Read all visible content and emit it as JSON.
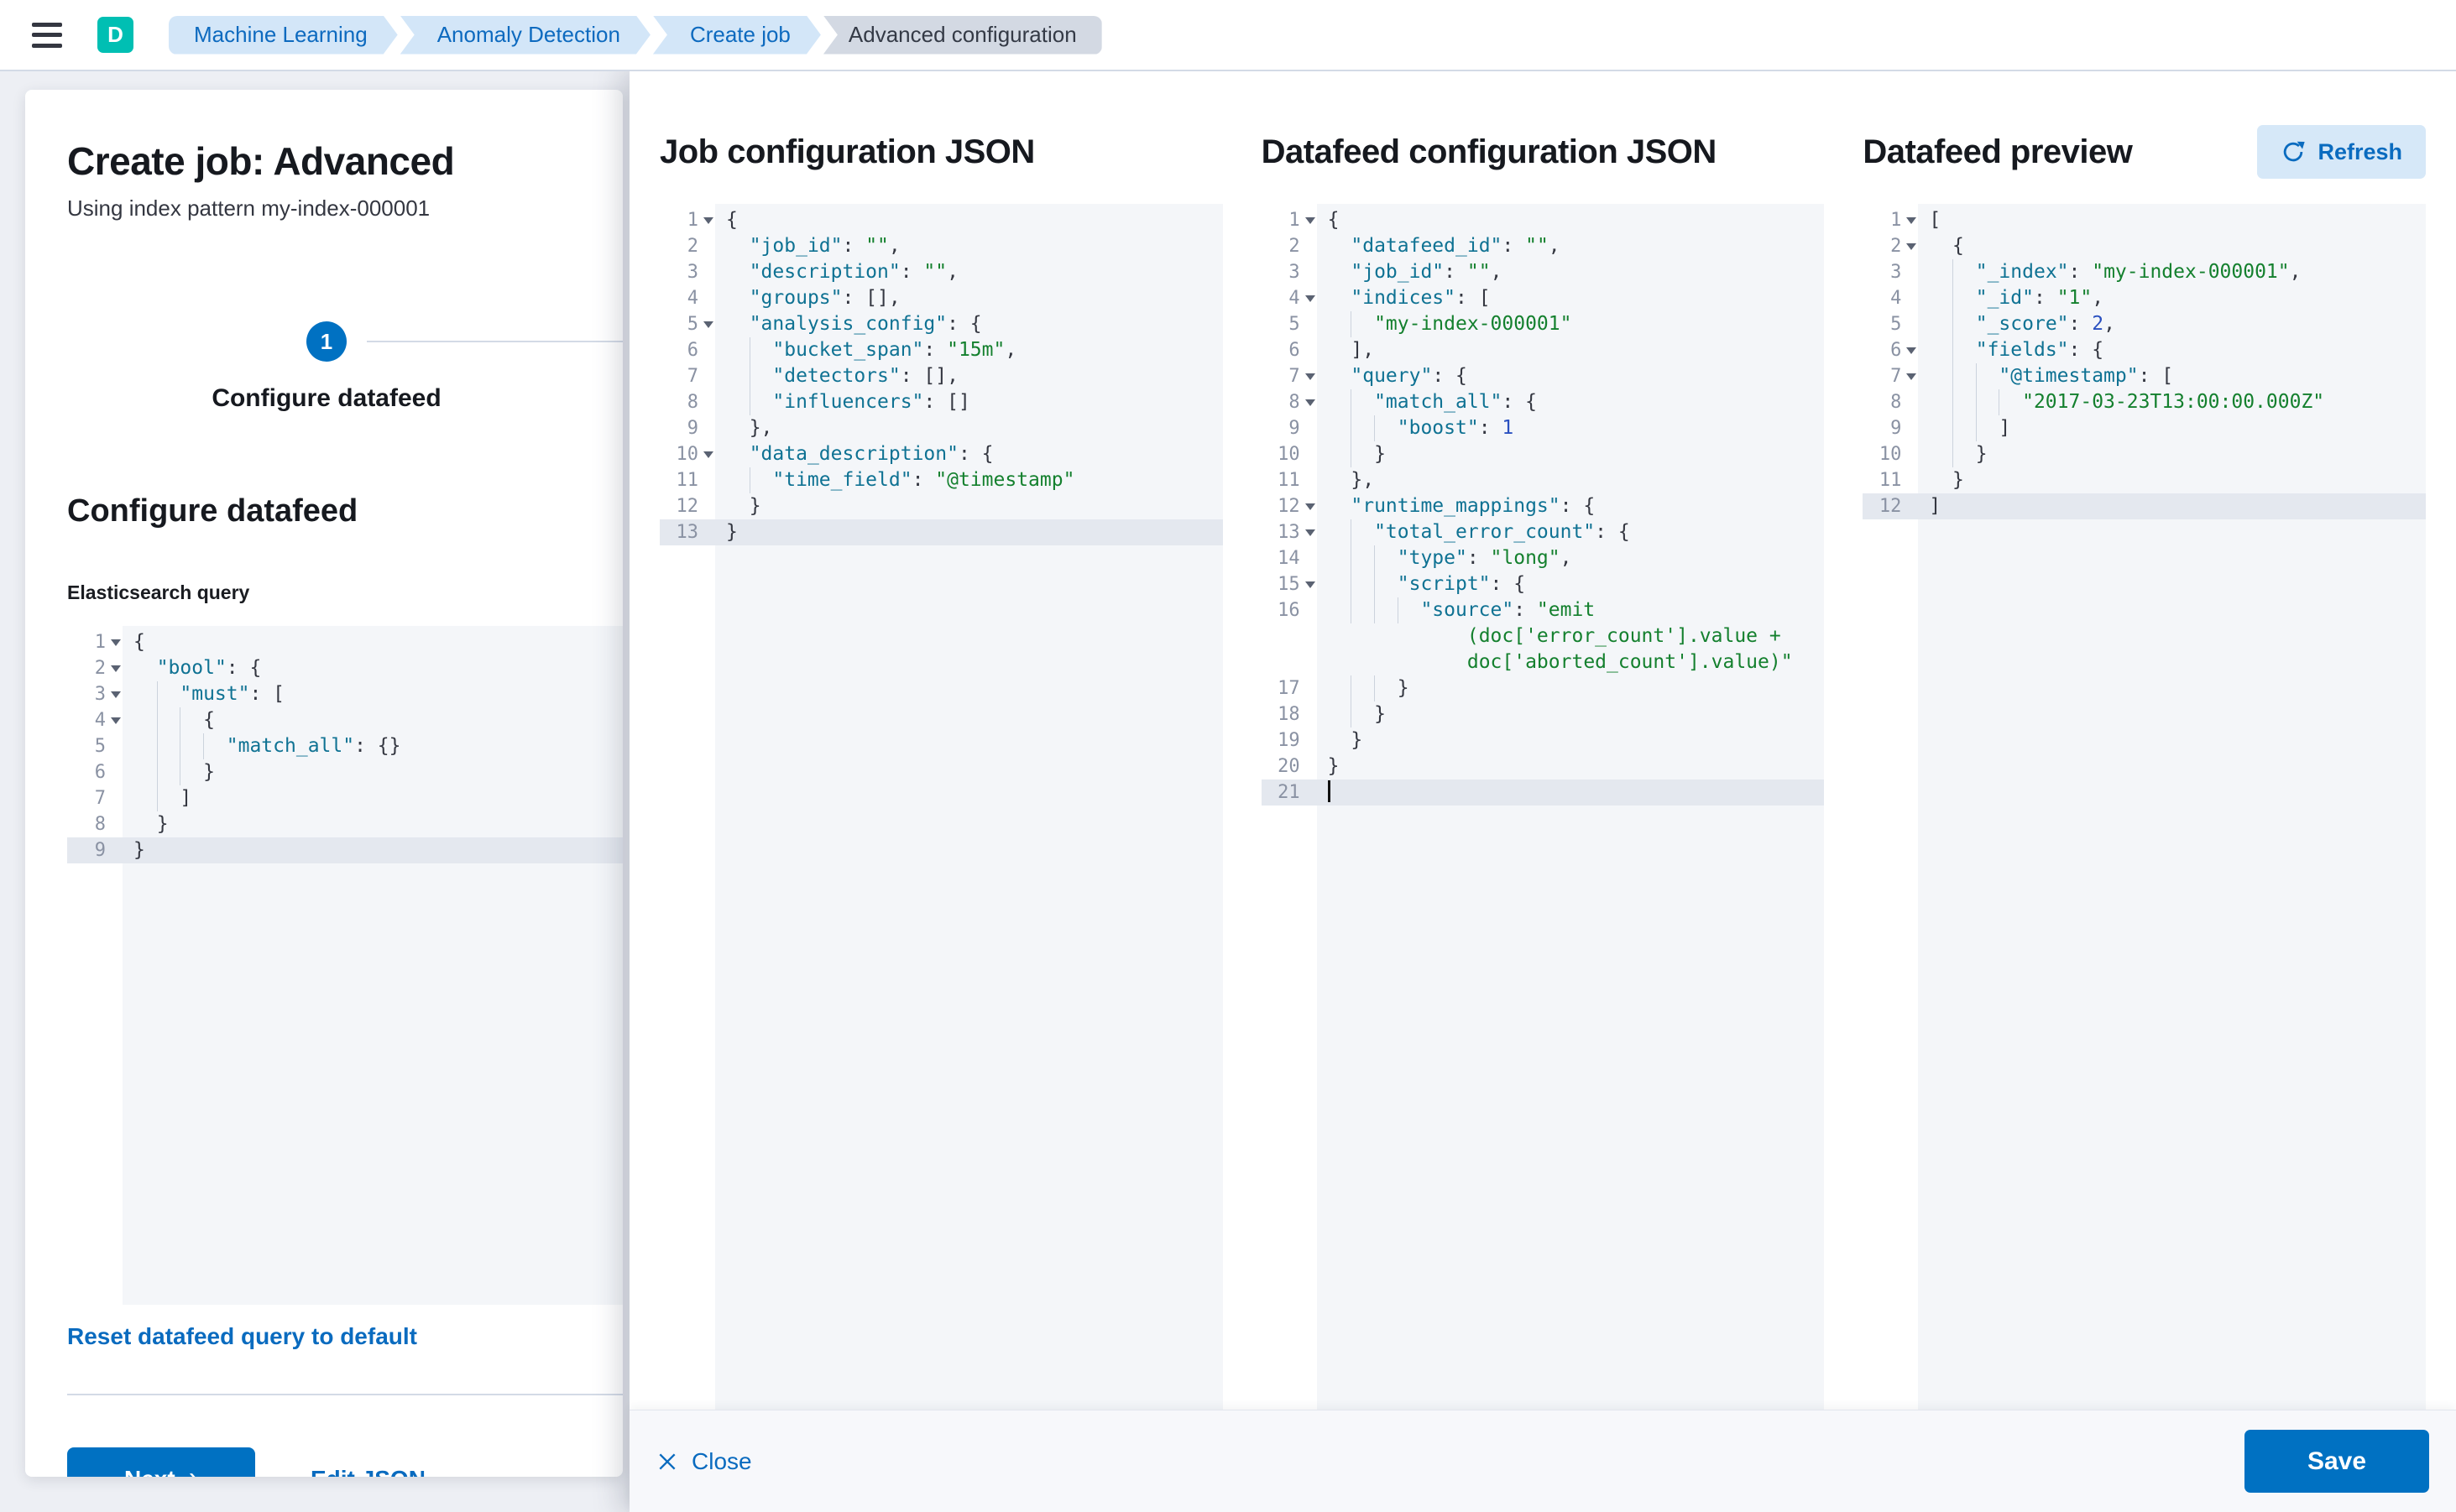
{
  "header": {
    "avatar_initial": "D",
    "breadcrumbs": [
      {
        "label": "Machine Learning"
      },
      {
        "label": "Anomaly Detection"
      },
      {
        "label": "Create job"
      },
      {
        "label": "Advanced configuration"
      }
    ]
  },
  "wizard": {
    "title": "Create job: Advanced",
    "subtitle": "Using index pattern my-index-000001",
    "step_number": "1",
    "step_label": "Configure datafeed",
    "section_heading": "Configure datafeed",
    "query_label": "Elasticsearch query",
    "reset_link": "Reset datafeed query to default",
    "next_label": "Next",
    "edit_json_label": "Edit JSON"
  },
  "panels": {
    "job": {
      "title": "Job configuration JSON"
    },
    "datafeed": {
      "title": "Datafeed configuration JSON"
    },
    "preview": {
      "title": "Datafeed preview",
      "refresh_label": "Refresh"
    }
  },
  "footer": {
    "close_label": "Close",
    "save_label": "Save"
  },
  "colors": {
    "accent": "#0071c2",
    "link": "#0a6bbf",
    "avatar_bg": "#00bfb3",
    "breadcrumb_bg": "#d3e6f8",
    "breadcrumb_text": "#0d6abf",
    "breadcrumb_last_bg": "#d3d9e3",
    "breadcrumb_last_text": "#343a46",
    "editor_bg": "#f4f6f9",
    "editor_active_line": "#e4e8ef",
    "syntax_key": "#0f7293",
    "syntax_string": "#14802e",
    "syntax_number": "#2a50c0"
  },
  "editors": {
    "es_query": {
      "lines": [
        {
          "n": 1,
          "f": true,
          "seg": [
            [
              "p",
              "{"
            ]
          ]
        },
        {
          "n": 2,
          "f": true,
          "seg": [
            [
              "sp",
              "  "
            ],
            [
              "k",
              "\"bool\""
            ],
            [
              "p",
              ": {"
            ]
          ]
        },
        {
          "n": 3,
          "f": true,
          "seg": [
            [
              "sp",
              "  "
            ],
            [
              "g",
              ""
            ],
            [
              "k",
              "\"must\""
            ],
            [
              "p",
              ": ["
            ]
          ]
        },
        {
          "n": 4,
          "f": true,
          "seg": [
            [
              "sp",
              "  "
            ],
            [
              "g",
              ""
            ],
            [
              "g",
              ""
            ],
            [
              "p",
              "{"
            ]
          ]
        },
        {
          "n": 5,
          "seg": [
            [
              "sp",
              "  "
            ],
            [
              "g",
              ""
            ],
            [
              "g",
              ""
            ],
            [
              "g",
              ""
            ],
            [
              "k",
              "\"match_all\""
            ],
            [
              "p",
              ": {}"
            ]
          ]
        },
        {
          "n": 6,
          "seg": [
            [
              "sp",
              "  "
            ],
            [
              "g",
              ""
            ],
            [
              "g",
              ""
            ],
            [
              "p",
              "}"
            ]
          ]
        },
        {
          "n": 7,
          "seg": [
            [
              "sp",
              "  "
            ],
            [
              "g",
              ""
            ],
            [
              "p",
              "]"
            ]
          ]
        },
        {
          "n": 8,
          "seg": [
            [
              "sp",
              "  "
            ],
            [
              "p",
              "}"
            ]
          ]
        },
        {
          "n": 9,
          "h": true,
          "seg": [
            [
              "p",
              "}"
            ]
          ]
        }
      ]
    },
    "job_config": {
      "lines": [
        {
          "n": 1,
          "f": true,
          "seg": [
            [
              "p",
              "{"
            ]
          ]
        },
        {
          "n": 2,
          "seg": [
            [
              "sp",
              "  "
            ],
            [
              "k",
              "\"job_id\""
            ],
            [
              "p",
              ": "
            ],
            [
              "s",
              "\"\""
            ],
            [
              "p",
              ","
            ]
          ]
        },
        {
          "n": 3,
          "seg": [
            [
              "sp",
              "  "
            ],
            [
              "k",
              "\"description\""
            ],
            [
              "p",
              ": "
            ],
            [
              "s",
              "\"\""
            ],
            [
              "p",
              ","
            ]
          ]
        },
        {
          "n": 4,
          "seg": [
            [
              "sp",
              "  "
            ],
            [
              "k",
              "\"groups\""
            ],
            [
              "p",
              ": [],"
            ]
          ]
        },
        {
          "n": 5,
          "f": true,
          "seg": [
            [
              "sp",
              "  "
            ],
            [
              "k",
              "\"analysis_config\""
            ],
            [
              "p",
              ": {"
            ]
          ]
        },
        {
          "n": 6,
          "seg": [
            [
              "sp",
              "  "
            ],
            [
              "g",
              ""
            ],
            [
              "k",
              "\"bucket_span\""
            ],
            [
              "p",
              ": "
            ],
            [
              "s",
              "\"15m\""
            ],
            [
              "p",
              ","
            ]
          ]
        },
        {
          "n": 7,
          "seg": [
            [
              "sp",
              "  "
            ],
            [
              "g",
              ""
            ],
            [
              "k",
              "\"detectors\""
            ],
            [
              "p",
              ": [],"
            ]
          ]
        },
        {
          "n": 8,
          "seg": [
            [
              "sp",
              "  "
            ],
            [
              "g",
              ""
            ],
            [
              "k",
              "\"influencers\""
            ],
            [
              "p",
              ": []"
            ]
          ]
        },
        {
          "n": 9,
          "seg": [
            [
              "sp",
              "  "
            ],
            [
              "p",
              "},"
            ]
          ]
        },
        {
          "n": 10,
          "f": true,
          "seg": [
            [
              "sp",
              "  "
            ],
            [
              "k",
              "\"data_description\""
            ],
            [
              "p",
              ": {"
            ]
          ]
        },
        {
          "n": 11,
          "seg": [
            [
              "sp",
              "  "
            ],
            [
              "g",
              ""
            ],
            [
              "k",
              "\"time_field\""
            ],
            [
              "p",
              ": "
            ],
            [
              "s",
              "\"@timestamp\""
            ]
          ]
        },
        {
          "n": 12,
          "seg": [
            [
              "sp",
              "  "
            ],
            [
              "p",
              "}"
            ]
          ]
        },
        {
          "n": 13,
          "h": true,
          "seg": [
            [
              "p",
              "}"
            ]
          ]
        }
      ]
    },
    "datafeed_config": {
      "lines": [
        {
          "n": 1,
          "f": true,
          "seg": [
            [
              "p",
              "{"
            ]
          ]
        },
        {
          "n": 2,
          "seg": [
            [
              "sp",
              "  "
            ],
            [
              "k",
              "\"datafeed_id\""
            ],
            [
              "p",
              ": "
            ],
            [
              "s",
              "\"\""
            ],
            [
              "p",
              ","
            ]
          ]
        },
        {
          "n": 3,
          "seg": [
            [
              "sp",
              "  "
            ],
            [
              "k",
              "\"job_id\""
            ],
            [
              "p",
              ": "
            ],
            [
              "s",
              "\"\""
            ],
            [
              "p",
              ","
            ]
          ]
        },
        {
          "n": 4,
          "f": true,
          "seg": [
            [
              "sp",
              "  "
            ],
            [
              "k",
              "\"indices\""
            ],
            [
              "p",
              ": ["
            ]
          ]
        },
        {
          "n": 5,
          "seg": [
            [
              "sp",
              "  "
            ],
            [
              "g",
              ""
            ],
            [
              "s",
              "\"my-index-000001\""
            ]
          ]
        },
        {
          "n": 6,
          "seg": [
            [
              "sp",
              "  "
            ],
            [
              "p",
              "],"
            ]
          ]
        },
        {
          "n": 7,
          "f": true,
          "seg": [
            [
              "sp",
              "  "
            ],
            [
              "k",
              "\"query\""
            ],
            [
              "p",
              ": {"
            ]
          ]
        },
        {
          "n": 8,
          "f": true,
          "seg": [
            [
              "sp",
              "  "
            ],
            [
              "g",
              ""
            ],
            [
              "k",
              "\"match_all\""
            ],
            [
              "p",
              ": {"
            ]
          ]
        },
        {
          "n": 9,
          "seg": [
            [
              "sp",
              "  "
            ],
            [
              "g",
              ""
            ],
            [
              "g",
              ""
            ],
            [
              "k",
              "\"boost\""
            ],
            [
              "p",
              ": "
            ],
            [
              "n",
              "1"
            ]
          ]
        },
        {
          "n": 10,
          "seg": [
            [
              "sp",
              "  "
            ],
            [
              "g",
              ""
            ],
            [
              "p",
              "}"
            ]
          ]
        },
        {
          "n": 11,
          "seg": [
            [
              "sp",
              "  "
            ],
            [
              "p",
              "},"
            ]
          ]
        },
        {
          "n": 12,
          "f": true,
          "seg": [
            [
              "sp",
              "  "
            ],
            [
              "k",
              "\"runtime_mappings\""
            ],
            [
              "p",
              ": {"
            ]
          ]
        },
        {
          "n": 13,
          "f": true,
          "seg": [
            [
              "sp",
              "  "
            ],
            [
              "g",
              ""
            ],
            [
              "k",
              "\"total_error_count\""
            ],
            [
              "p",
              ": {"
            ]
          ]
        },
        {
          "n": 14,
          "seg": [
            [
              "sp",
              "  "
            ],
            [
              "g",
              ""
            ],
            [
              "g",
              ""
            ],
            [
              "k",
              "\"type\""
            ],
            [
              "p",
              ": "
            ],
            [
              "s",
              "\"long\""
            ],
            [
              "p",
              ","
            ]
          ]
        },
        {
          "n": 15,
          "f": true,
          "seg": [
            [
              "sp",
              "  "
            ],
            [
              "g",
              ""
            ],
            [
              "g",
              ""
            ],
            [
              "k",
              "\"script\""
            ],
            [
              "p",
              ": {"
            ]
          ]
        },
        {
          "n": 16,
          "seg": [
            [
              "sp",
              "  "
            ],
            [
              "g",
              ""
            ],
            [
              "g",
              ""
            ],
            [
              "g",
              ""
            ],
            [
              "k",
              "\"source\""
            ],
            [
              "p",
              ": "
            ],
            [
              "s",
              "\"emit"
            ]
          ]
        },
        {
          "n": null,
          "seg": [
            [
              "sp",
              "            "
            ],
            [
              "s",
              "(doc['error_count'].value +"
            ]
          ]
        },
        {
          "n": null,
          "seg": [
            [
              "sp",
              "            "
            ],
            [
              "s",
              "doc['aborted_count'].value)\""
            ]
          ]
        },
        {
          "n": 17,
          "seg": [
            [
              "sp",
              "  "
            ],
            [
              "g",
              ""
            ],
            [
              "g",
              ""
            ],
            [
              "p",
              "}"
            ]
          ]
        },
        {
          "n": 18,
          "seg": [
            [
              "sp",
              "  "
            ],
            [
              "g",
              ""
            ],
            [
              "p",
              "}"
            ]
          ]
        },
        {
          "n": 19,
          "seg": [
            [
              "sp",
              "  "
            ],
            [
              "p",
              "}"
            ]
          ]
        },
        {
          "n": 20,
          "seg": [
            [
              "p",
              "}"
            ]
          ]
        },
        {
          "n": 21,
          "h": true,
          "c": true,
          "seg": []
        }
      ]
    },
    "preview": {
      "lines": [
        {
          "n": 1,
          "f": true,
          "seg": [
            [
              "p",
              "["
            ]
          ]
        },
        {
          "n": 2,
          "f": true,
          "seg": [
            [
              "sp",
              "  "
            ],
            [
              "p",
              "{"
            ]
          ]
        },
        {
          "n": 3,
          "seg": [
            [
              "sp",
              "  "
            ],
            [
              "g",
              ""
            ],
            [
              "k",
              "\"_index\""
            ],
            [
              "p",
              ": "
            ],
            [
              "s",
              "\"my-index-000001\""
            ],
            [
              "p",
              ","
            ]
          ]
        },
        {
          "n": 4,
          "seg": [
            [
              "sp",
              "  "
            ],
            [
              "g",
              ""
            ],
            [
              "k",
              "\"_id\""
            ],
            [
              "p",
              ": "
            ],
            [
              "s",
              "\"1\""
            ],
            [
              "p",
              ","
            ]
          ]
        },
        {
          "n": 5,
          "seg": [
            [
              "sp",
              "  "
            ],
            [
              "g",
              ""
            ],
            [
              "k",
              "\"_score\""
            ],
            [
              "p",
              ": "
            ],
            [
              "n",
              "2"
            ],
            [
              "p",
              ","
            ]
          ]
        },
        {
          "n": 6,
          "f": true,
          "seg": [
            [
              "sp",
              "  "
            ],
            [
              "g",
              ""
            ],
            [
              "k",
              "\"fields\""
            ],
            [
              "p",
              ": {"
            ]
          ]
        },
        {
          "n": 7,
          "f": true,
          "seg": [
            [
              "sp",
              "  "
            ],
            [
              "g",
              ""
            ],
            [
              "g",
              ""
            ],
            [
              "k",
              "\"@timestamp\""
            ],
            [
              "p",
              ": ["
            ]
          ]
        },
        {
          "n": 8,
          "seg": [
            [
              "sp",
              "  "
            ],
            [
              "g",
              ""
            ],
            [
              "g",
              ""
            ],
            [
              "g",
              ""
            ],
            [
              "s",
              "\"2017-03-23T13:00:00.000Z\""
            ]
          ]
        },
        {
          "n": 9,
          "seg": [
            [
              "sp",
              "  "
            ],
            [
              "g",
              ""
            ],
            [
              "g",
              ""
            ],
            [
              "p",
              "]"
            ]
          ]
        },
        {
          "n": 10,
          "seg": [
            [
              "sp",
              "  "
            ],
            [
              "g",
              ""
            ],
            [
              "p",
              "}"
            ]
          ]
        },
        {
          "n": 11,
          "seg": [
            [
              "sp",
              "  "
            ],
            [
              "p",
              "}"
            ]
          ]
        },
        {
          "n": 12,
          "h": true,
          "seg": [
            [
              "p",
              "]"
            ]
          ]
        }
      ]
    }
  }
}
